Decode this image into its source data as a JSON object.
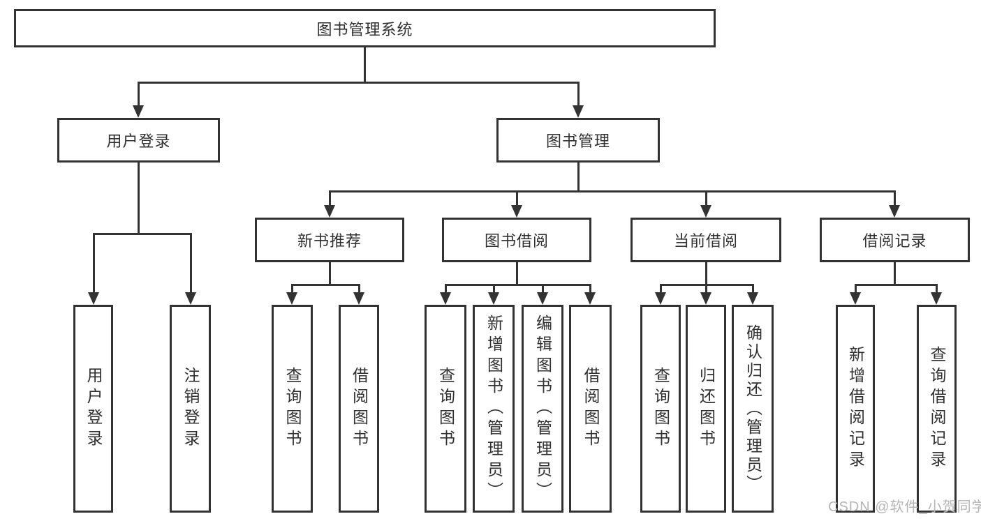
{
  "diagram": {
    "type": "hierarchy-tree",
    "title": "图书管理系统",
    "colors": {
      "line": "#333333",
      "border": "#333333",
      "text": "#303030",
      "watermark": "#b5b5b5",
      "background": "#ffffff"
    },
    "nodes": {
      "root": {
        "label": "图书管理系统"
      },
      "login": {
        "label": "用户登录"
      },
      "mgmt": {
        "label": "图书管理"
      },
      "rec": {
        "label": "新书推荐"
      },
      "borrow": {
        "label": "图书借阅"
      },
      "current": {
        "label": "当前借阅"
      },
      "records": {
        "label": "借阅记录"
      },
      "login_user": {
        "label": "用户登录"
      },
      "login_logout": {
        "label": "注销登录"
      },
      "rec_query": {
        "label": "查询图书"
      },
      "rec_borrow": {
        "label": "借阅图书"
      },
      "borrow_query": {
        "label": "查询图书"
      },
      "borrow_add": {
        "label": "新增图书（管理员）"
      },
      "borrow_edit": {
        "label": "编辑图书（管理员）"
      },
      "borrow_lend": {
        "label": "借阅图书"
      },
      "current_query": {
        "label": "查询图书"
      },
      "current_return": {
        "label": "归还图书"
      },
      "current_confirm": {
        "label": "确认归还（管理员）"
      },
      "records_add": {
        "label": "新增借阅记录"
      },
      "records_query": {
        "label": "查询借阅记录"
      }
    },
    "edges": [
      [
        "图书管理系统",
        "用户登录"
      ],
      [
        "图书管理系统",
        "图书管理"
      ],
      [
        "用户登录",
        "用户登录"
      ],
      [
        "用户登录",
        "注销登录"
      ],
      [
        "图书管理",
        "新书推荐"
      ],
      [
        "图书管理",
        "图书借阅"
      ],
      [
        "图书管理",
        "当前借阅"
      ],
      [
        "图书管理",
        "借阅记录"
      ],
      [
        "新书推荐",
        "查询图书"
      ],
      [
        "新书推荐",
        "借阅图书"
      ],
      [
        "图书借阅",
        "查询图书"
      ],
      [
        "图书借阅",
        "新增图书（管理员）"
      ],
      [
        "图书借阅",
        "编辑图书（管理员）"
      ],
      [
        "图书借阅",
        "借阅图书"
      ],
      [
        "当前借阅",
        "查询图书"
      ],
      [
        "当前借阅",
        "归还图书"
      ],
      [
        "当前借阅",
        "确认归还（管理员）"
      ],
      [
        "借阅记录",
        "新增借阅记录"
      ],
      [
        "借阅记录",
        "查询借阅记录"
      ]
    ],
    "watermark": {
      "text": "CSDN @软件_小贺同学"
    }
  }
}
